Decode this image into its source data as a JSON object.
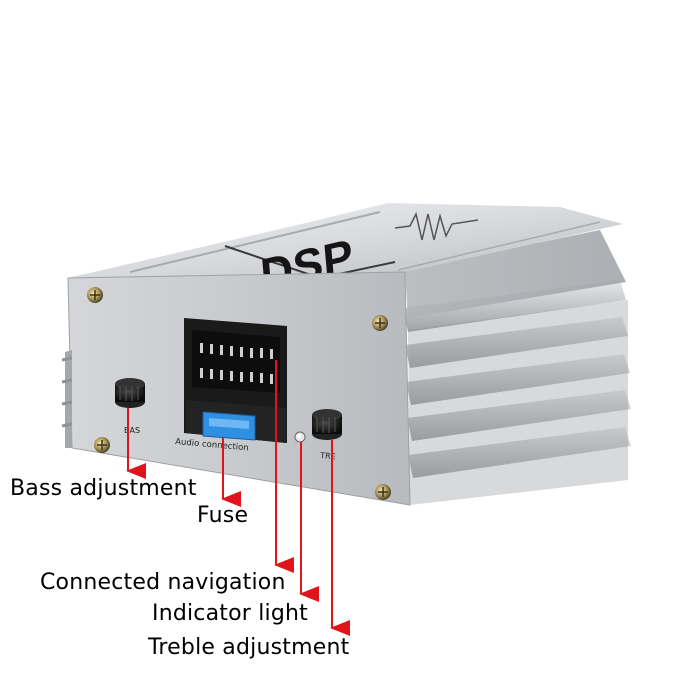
{
  "product": {
    "brand_mark": "DSP",
    "front_labels": {
      "bass": "BAS",
      "audio": "Audio connection",
      "treble": "TRE"
    }
  },
  "callouts": [
    {
      "id": "bass",
      "text": "Bass adjustment"
    },
    {
      "id": "fuse",
      "text": "Fuse"
    },
    {
      "id": "navigation",
      "text": "Connected navigation"
    },
    {
      "id": "indicator",
      "text": "Indicator light"
    },
    {
      "id": "treble",
      "text": "Treble adjustment"
    }
  ],
  "colors": {
    "housing": "#c9cbce",
    "arrow": "#e0141b",
    "fuse": "#2f8fe0"
  }
}
